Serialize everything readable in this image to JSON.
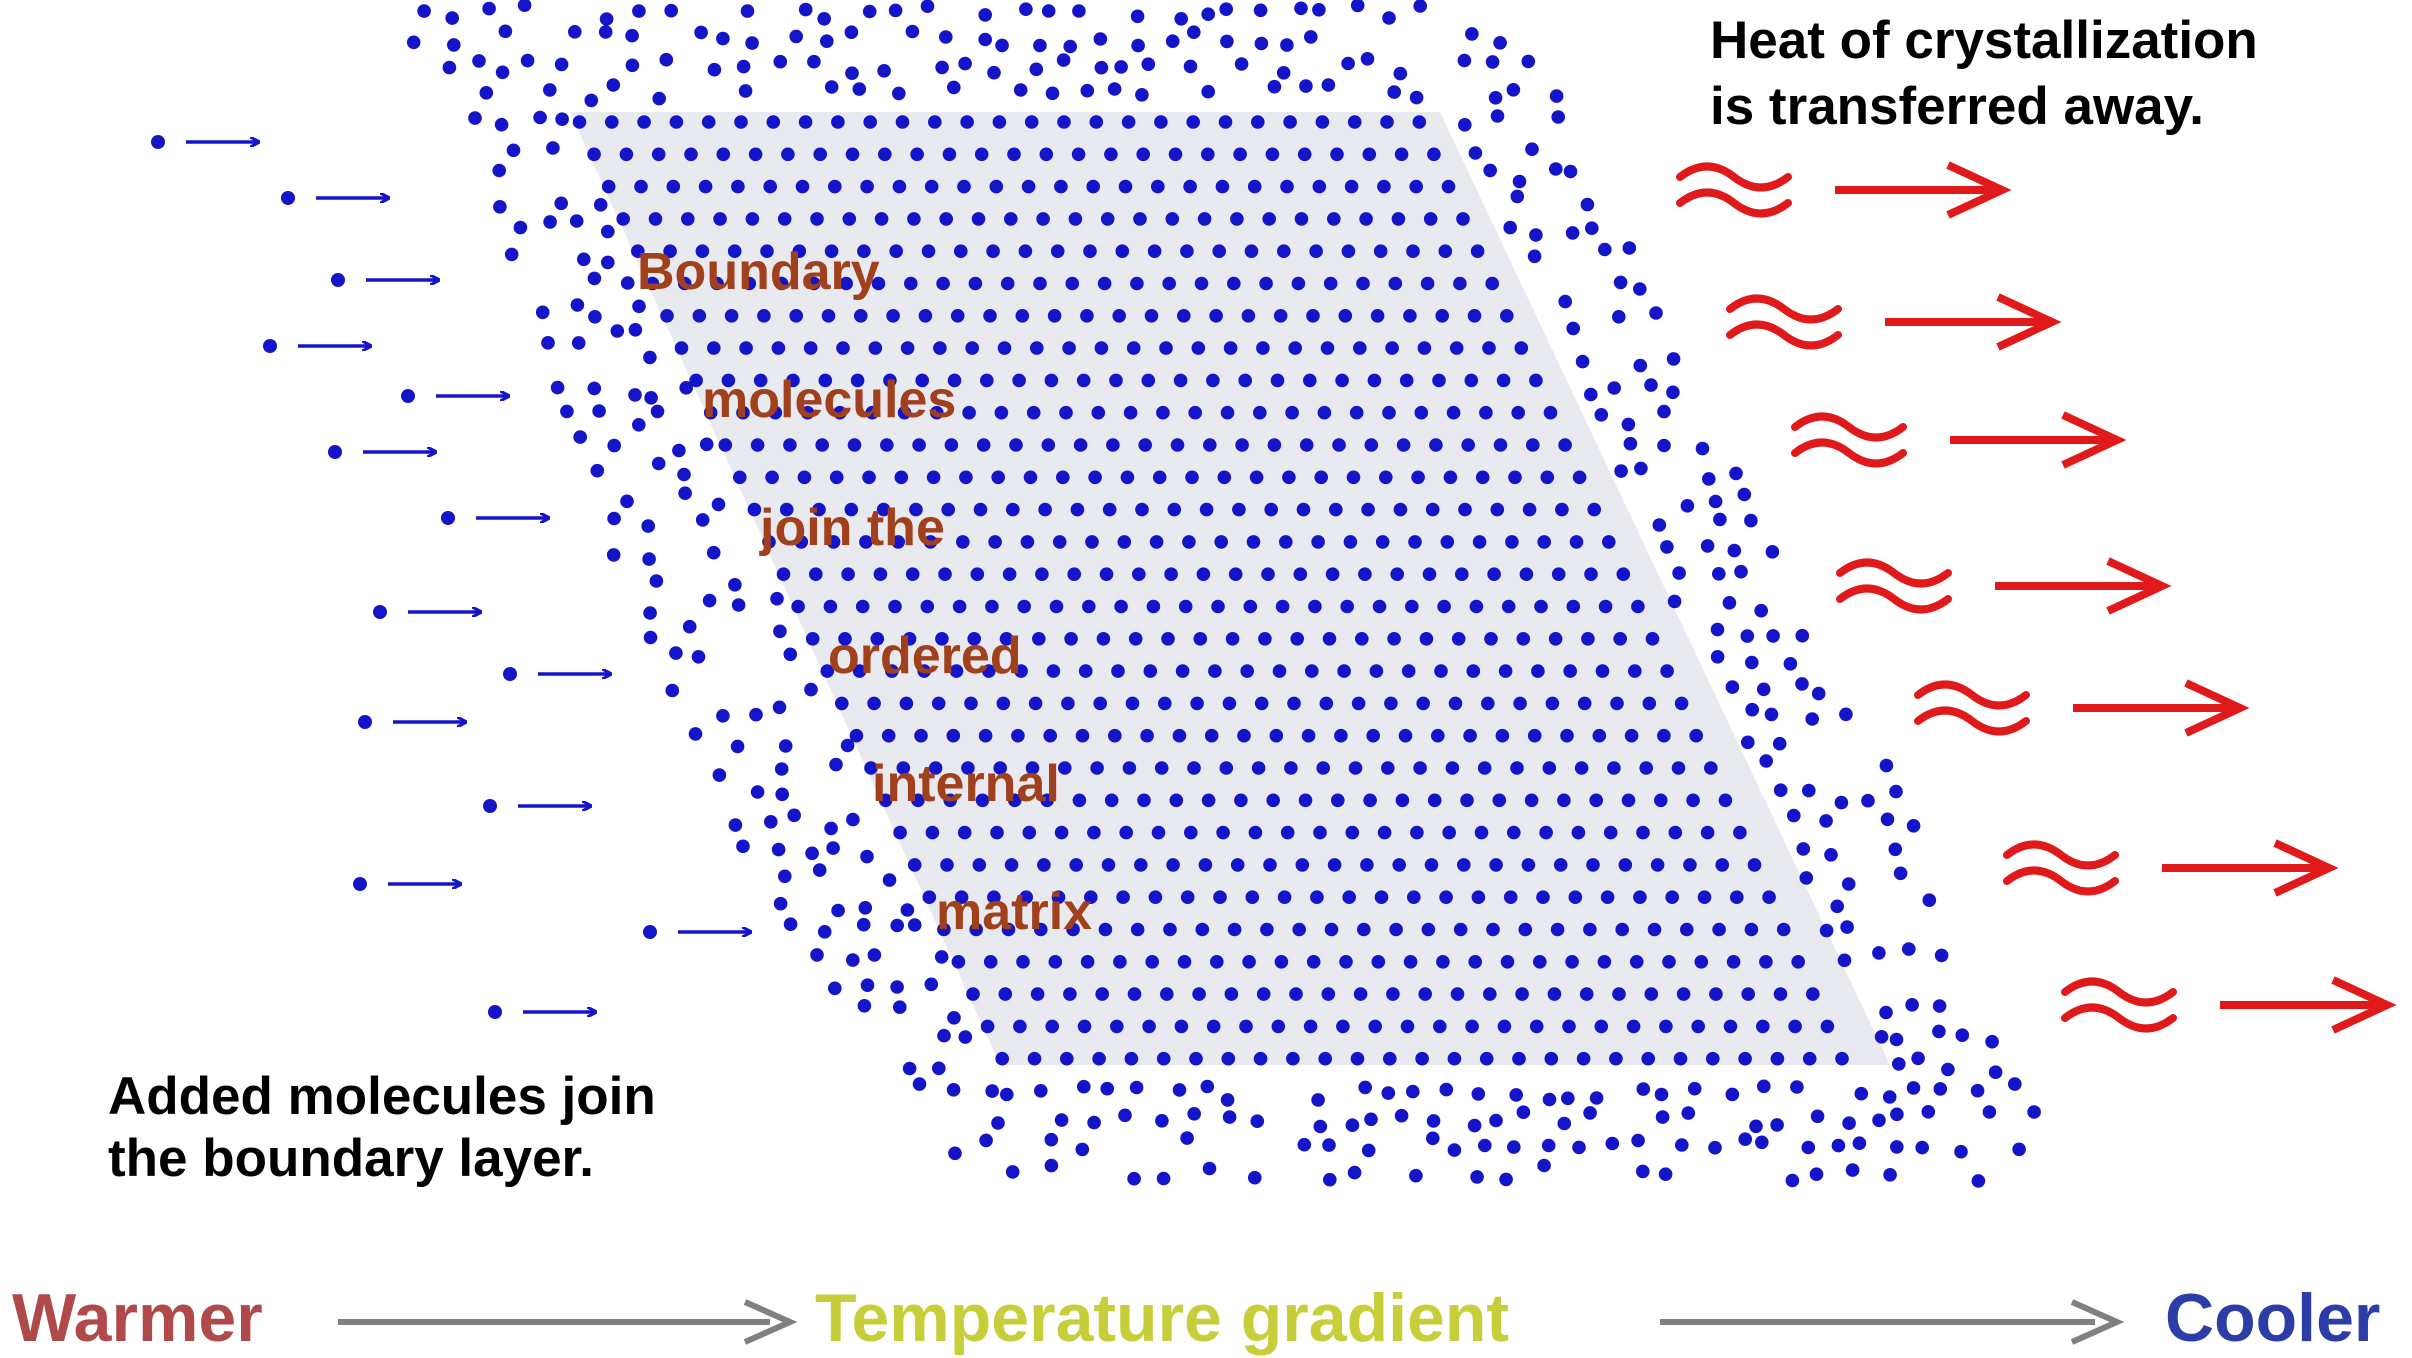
{
  "labels": {
    "heat_line1": "Heat of crystallization",
    "heat_line2": "is transferred away.",
    "added_line1": "Added molecules join",
    "added_line2": "the boundary layer.",
    "boundary_words": [
      "Boundary",
      "molecules",
      "join the",
      "ordered",
      "internal",
      "matrix"
    ]
  },
  "gradient": {
    "warm": "Warmer",
    "label": "Temperature gradient",
    "cool": "Cooler"
  },
  "colors": {
    "molecule": "#1414c8",
    "heat_arrow": "#e01a1a",
    "boundary_text": "#a0401c",
    "crystal_region": "#e8eaf0",
    "gradient_arrow": "#808080",
    "warm": "#b04a4a",
    "gradient_label": "#c6cf3a",
    "cool": "#2d3da8"
  },
  "icons": {
    "incoming_molecule": "dot-with-arrow-icon",
    "heat_release": "wavy-heat-arrow-icon"
  }
}
